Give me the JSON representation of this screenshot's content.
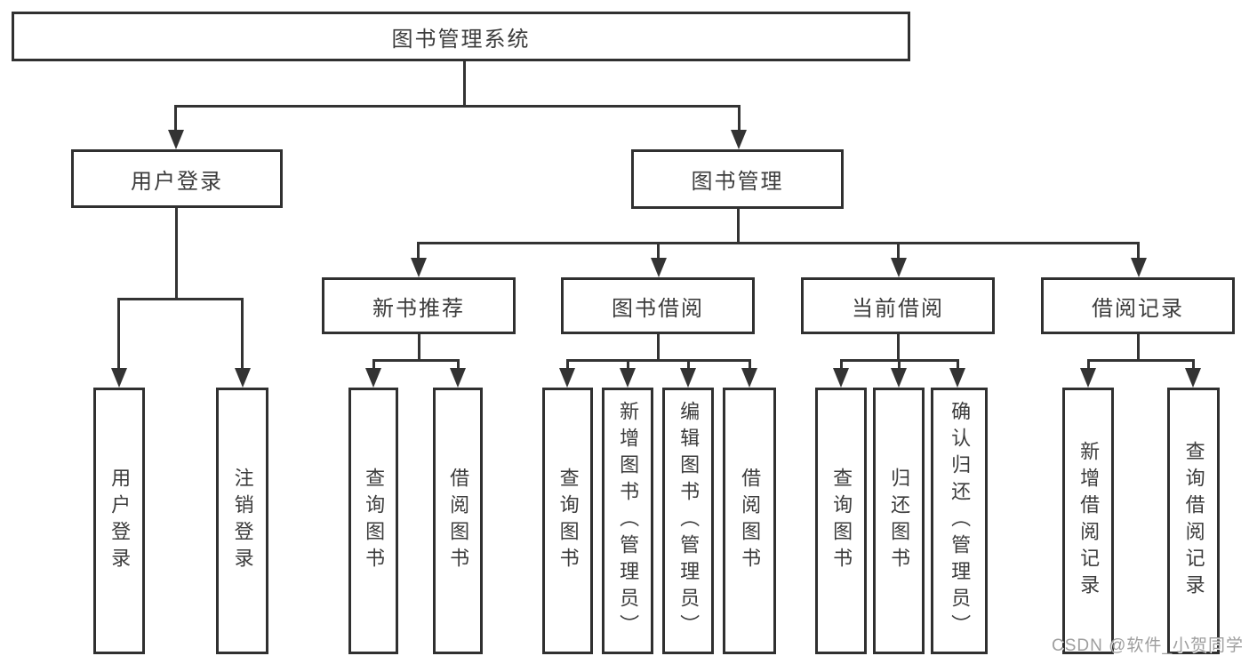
{
  "colors": {
    "line": "#333333",
    "border": "#303030",
    "text": "#3c3c3c",
    "watermark": "#9e9e9e",
    "background": "#ffffff"
  },
  "tree": {
    "label": "图书管理系统",
    "children": [
      {
        "label": "用户登录",
        "children": [
          {
            "label": "用户登录"
          },
          {
            "label": "注销登录"
          }
        ]
      },
      {
        "label": "图书管理",
        "children": [
          {
            "label": "新书推荐",
            "children": [
              {
                "label": "查询图书"
              },
              {
                "label": "借阅图书"
              }
            ]
          },
          {
            "label": "图书借阅",
            "children": [
              {
                "label": "查询图书"
              },
              {
                "label": "新增图书（管理员）"
              },
              {
                "label": "编辑图书（管理员）"
              },
              {
                "label": "借阅图书"
              }
            ]
          },
          {
            "label": "当前借阅",
            "children": [
              {
                "label": "查询图书"
              },
              {
                "label": "归还图书"
              },
              {
                "label": "确认归还（管理员）"
              }
            ]
          },
          {
            "label": "借阅记录",
            "children": [
              {
                "label": "新增借阅记录"
              },
              {
                "label": "查询借阅记录"
              }
            ]
          }
        ]
      }
    ]
  },
  "watermark": {
    "text": "CSDN @软件_小贺同学"
  }
}
